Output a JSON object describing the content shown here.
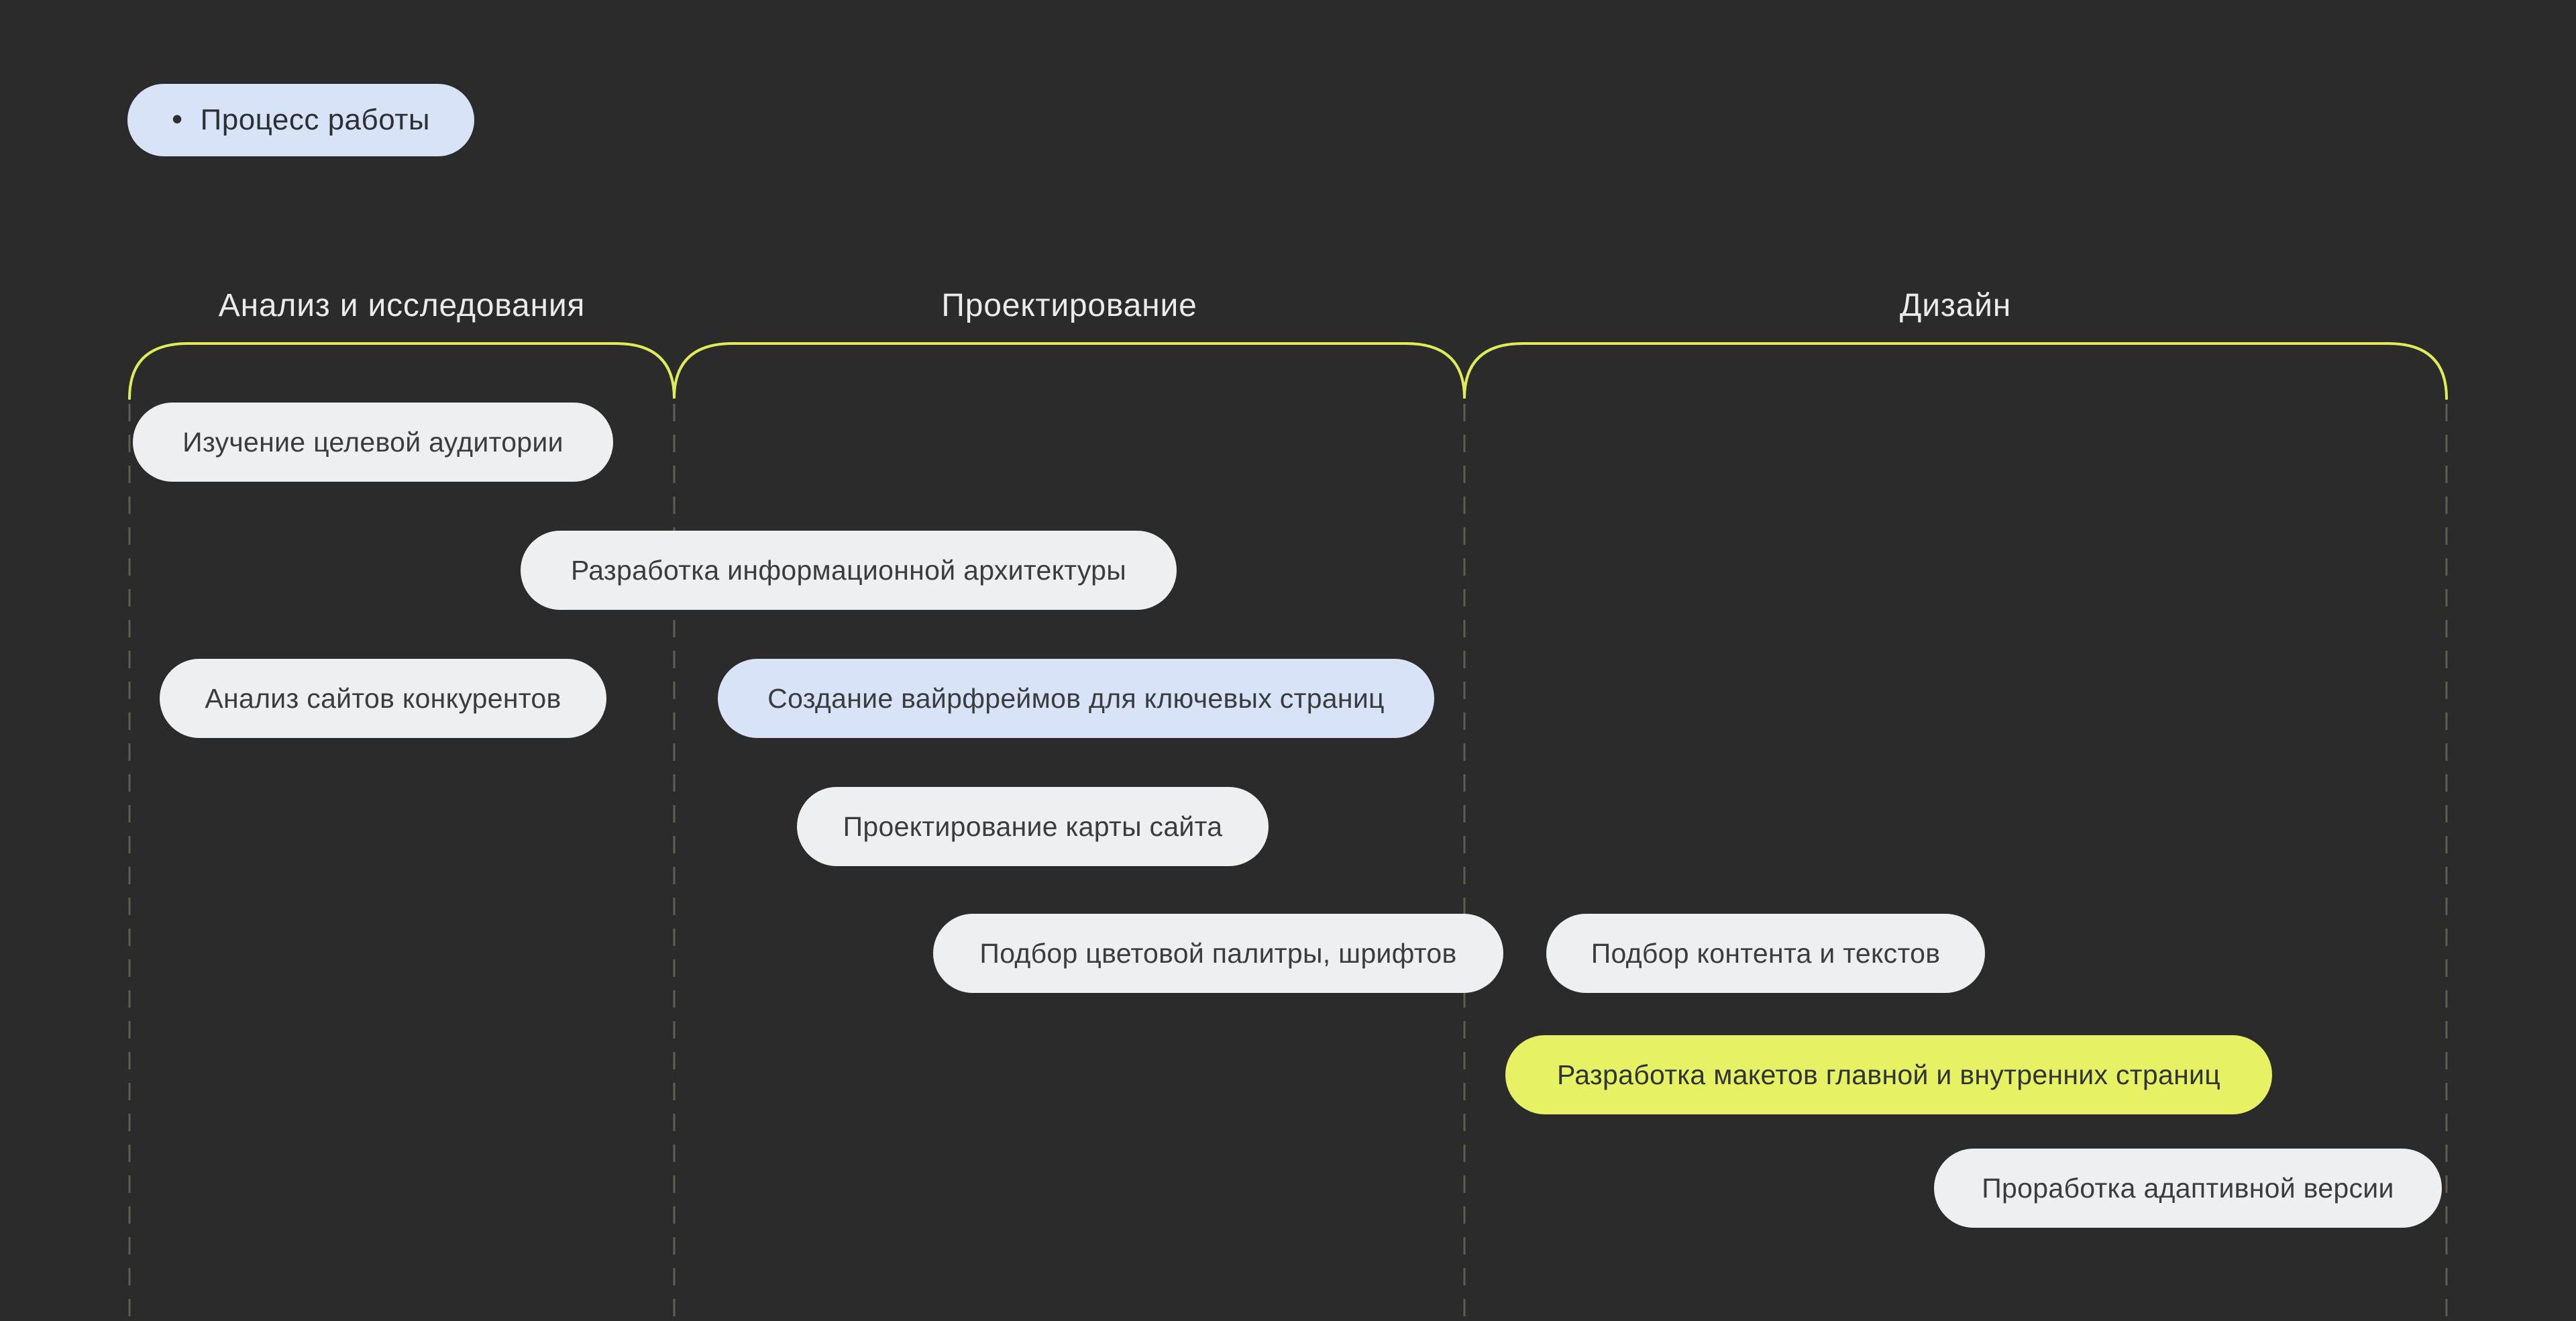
{
  "title_badge": {
    "bullet": "•",
    "label": "Процесс работы"
  },
  "columns": [
    {
      "label": "Анализ и исследования"
    },
    {
      "label": "Проектирование"
    },
    {
      "label": "Дизайн"
    }
  ],
  "tasks": [
    {
      "label": "Изучение целевой аудитории",
      "variant": "white",
      "column": "Анализ и исследования"
    },
    {
      "label": "Разработка информационной архитектуры",
      "variant": "white",
      "column": "Анализ и исследования / Проектирование"
    },
    {
      "label": "Анализ сайтов конкурентов",
      "variant": "white",
      "column": "Анализ и исследования"
    },
    {
      "label": "Создание вайрфреймов для ключевых страниц",
      "variant": "blue",
      "column": "Проектирование"
    },
    {
      "label": "Проектирование карты сайта",
      "variant": "white",
      "column": "Проектирование"
    },
    {
      "label": "Подбор цветовой палитры, шрифтов",
      "variant": "white",
      "column": "Проектирование"
    },
    {
      "label": "Подбор контента и текстов",
      "variant": "white",
      "column": "Дизайн"
    },
    {
      "label": "Разработка макетов главной и внутренних страниц",
      "variant": "yellow",
      "column": "Дизайн"
    },
    {
      "label": "Проработка адаптивной версии",
      "variant": "white",
      "column": "Дизайн"
    }
  ],
  "colors": {
    "background": "#2b2b2b",
    "pill_white": "#edeff0",
    "pill_blue": "#d8e3f7",
    "pill_yellow": "#e6f163",
    "accent_line": "#dfec55",
    "dashed_line": "#5f5f4b",
    "pill_text": "#3a3d3f",
    "header_text": "#ebebeb"
  }
}
